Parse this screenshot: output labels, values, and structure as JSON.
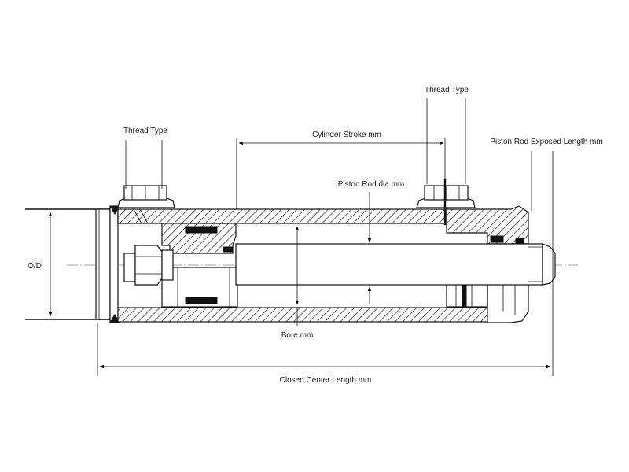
{
  "labels": {
    "thread_type_left": "Thread Type",
    "thread_type_right": "Thread Type",
    "cylinder_stroke": "Cylinder Stroke mm",
    "piston_rod_exposed_length": "Piston Rod Exposed Length mm",
    "piston_rod_dia": "Piston Rod dia mm",
    "outer_diameter": "O/D",
    "bore": "Bore mm",
    "closed_center_length": "Closed Center Length mm"
  },
  "colors": {
    "line": "#111111",
    "text": "#222222",
    "background": "#ffffff"
  }
}
